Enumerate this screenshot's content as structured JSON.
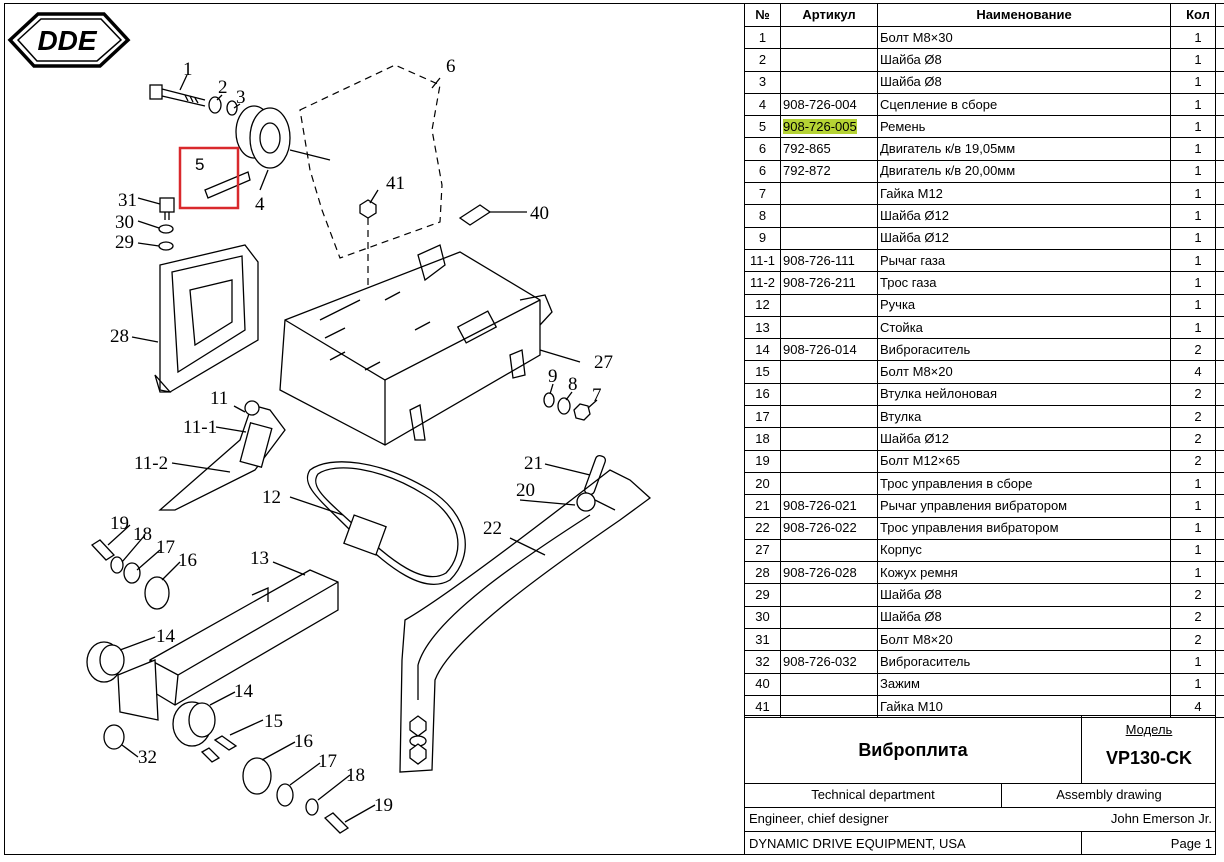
{
  "logo": {
    "text": "DDE"
  },
  "callouts": {
    "c1": "1",
    "c2": "2",
    "c3": "3",
    "c4": "4",
    "c5": "5",
    "c6": "6",
    "c7": "7",
    "c8": "8",
    "c9": "9",
    "c11": "11",
    "c11_1": "11-1",
    "c11_2": "11-2",
    "c12": "12",
    "c13": "13",
    "c14a": "14",
    "c14b": "14",
    "c15": "15",
    "c16a": "16",
    "c16b": "16",
    "c17a": "17",
    "c17b": "17",
    "c18a": "18",
    "c18b": "18",
    "c19a": "19",
    "c19b": "19",
    "c20": "20",
    "c21": "21",
    "c22": "22",
    "c27": "27",
    "c28": "28",
    "c29": "29",
    "c30": "30",
    "c31": "31",
    "c32": "32",
    "c40": "40",
    "c41": "41"
  },
  "colors": {
    "highlight": "#b5d334",
    "callout_box": "#d9292c"
  },
  "table": {
    "headers": {
      "no": "№",
      "article": "Артикул",
      "name": "Наименование",
      "qty": "Кол"
    },
    "rows": [
      {
        "no": "1",
        "article": "",
        "name": "Болт М8×30",
        "qty": "1"
      },
      {
        "no": "2",
        "article": "",
        "name": "Шайба Ø8",
        "qty": "1"
      },
      {
        "no": "3",
        "article": "",
        "name": "Шайба Ø8",
        "qty": "1"
      },
      {
        "no": "4",
        "article": "908-726-004",
        "name": "Сцепление в сборе",
        "qty": "1"
      },
      {
        "no": "5",
        "article": "908-726-005",
        "name": "Ремень",
        "qty": "1",
        "highlight": true
      },
      {
        "no": "6",
        "article": "792-865",
        "name": "Двигатель к/в 19,05мм",
        "qty": "1"
      },
      {
        "no": "6",
        "article": "792-872",
        "name": "Двигатель к/в 20,00мм",
        "qty": "1"
      },
      {
        "no": "7",
        "article": "",
        "name": "Гайка М12",
        "qty": "1"
      },
      {
        "no": "8",
        "article": "",
        "name": "Шайба Ø12",
        "qty": "1"
      },
      {
        "no": "9",
        "article": "",
        "name": "Шайба Ø12",
        "qty": "1"
      },
      {
        "no": "11-1",
        "article": "908-726-111",
        "name": "Рычаг газа",
        "qty": "1"
      },
      {
        "no": "11-2",
        "article": "908-726-211",
        "name": "Трос газа",
        "qty": "1"
      },
      {
        "no": "12",
        "article": "",
        "name": "Ручка",
        "qty": "1"
      },
      {
        "no": "13",
        "article": "",
        "name": "Стойка",
        "qty": "1"
      },
      {
        "no": "14",
        "article": "908-726-014",
        "name": "Виброгаситель",
        "qty": "2"
      },
      {
        "no": "15",
        "article": "",
        "name": "Болт М8×20",
        "qty": "4"
      },
      {
        "no": "16",
        "article": "",
        "name": "Втулка нейлоновая",
        "qty": "2"
      },
      {
        "no": "17",
        "article": "",
        "name": "Втулка",
        "qty": "2"
      },
      {
        "no": "18",
        "article": "",
        "name": "Шайба Ø12",
        "qty": "2"
      },
      {
        "no": "19",
        "article": "",
        "name": "Болт М12×65",
        "qty": "2"
      },
      {
        "no": "20",
        "article": "",
        "name": "Трос управления в сборе",
        "qty": "1"
      },
      {
        "no": "21",
        "article": "908-726-021",
        "name": "Рычаг управления вибратором",
        "qty": "1"
      },
      {
        "no": "22",
        "article": "908-726-022",
        "name": "Трос управления вибратором",
        "qty": "1"
      },
      {
        "no": "27",
        "article": "",
        "name": "Корпус",
        "qty": "1"
      },
      {
        "no": "28",
        "article": "908-726-028",
        "name": "Кожух ремня",
        "qty": "1"
      },
      {
        "no": "29",
        "article": "",
        "name": "Шайба Ø8",
        "qty": "2"
      },
      {
        "no": "30",
        "article": "",
        "name": "Шайба Ø8",
        "qty": "2"
      },
      {
        "no": "31",
        "article": "",
        "name": "Болт М8×20",
        "qty": "2"
      },
      {
        "no": "32",
        "article": "908-726-032",
        "name": "Виброгаситель",
        "qty": "1"
      },
      {
        "no": "40",
        "article": "",
        "name": "Зажим",
        "qty": "1"
      },
      {
        "no": "41",
        "article": "",
        "name": "Гайка М10",
        "qty": "4"
      }
    ]
  },
  "titleblock": {
    "product": "Виброплита",
    "model_label": "Модель",
    "model": "VP130-CK",
    "department": "Technical department",
    "drawing_type": "Assembly drawing",
    "role": "Engineer, chief designer",
    "engineer": "John Emerson Jr.",
    "company": "DYNAMIC DRIVE EQUIPMENT, USA",
    "page": "Page 1"
  }
}
